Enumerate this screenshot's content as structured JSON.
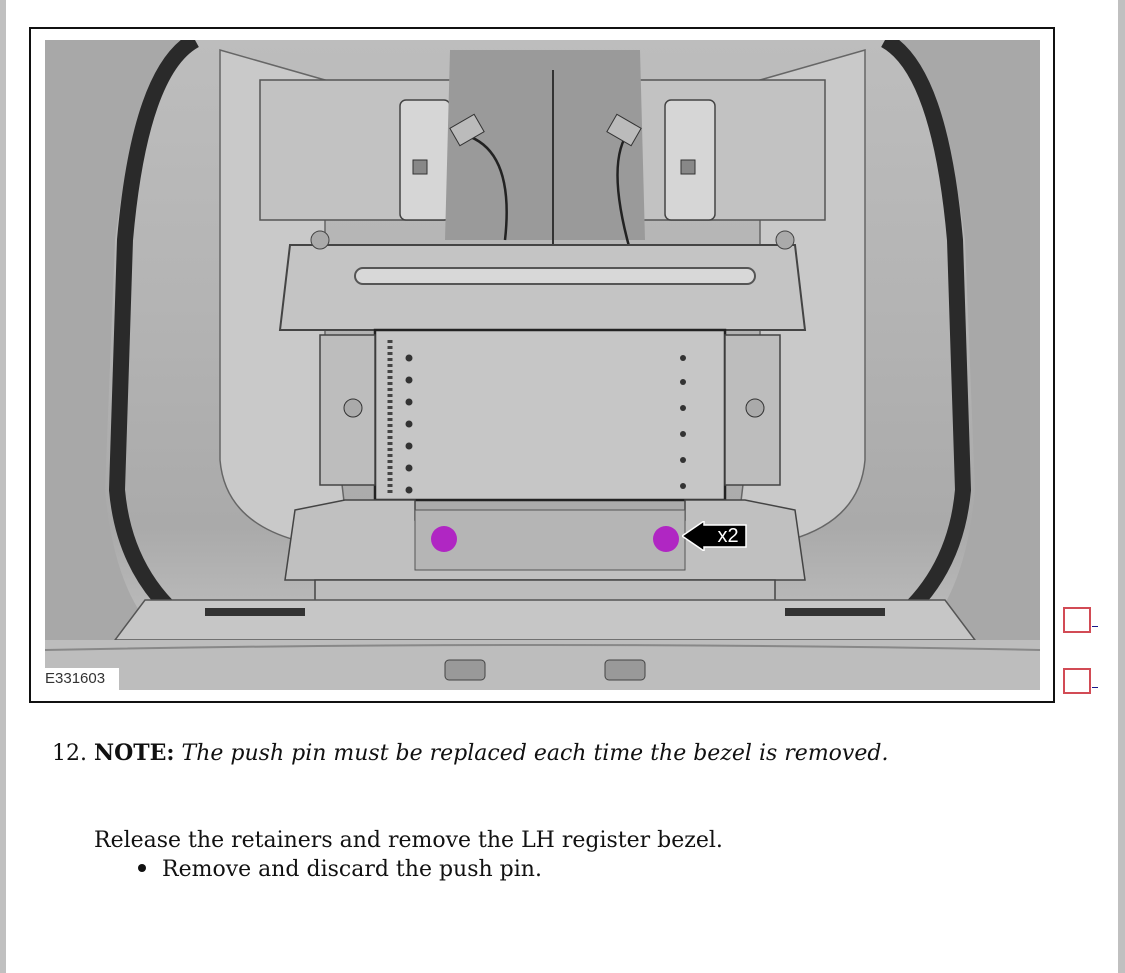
{
  "figure": {
    "label": "E331603",
    "callout": "x2",
    "pin_color": "#b026c3",
    "description": "Illustration of instrument panel center with two push pin retainers highlighted"
  },
  "checkboxes": [
    {
      "id": "chk-1",
      "checked": false
    },
    {
      "id": "chk-2",
      "checked": false
    }
  ],
  "step": {
    "number": "12.",
    "note_label": "NOTE:",
    "note_text": "The push pin must be replaced each time the bezel is removed.",
    "instruction": "Release the retainers and remove the LH register bezel.",
    "bullets": [
      "Remove and discard the push pin."
    ]
  }
}
